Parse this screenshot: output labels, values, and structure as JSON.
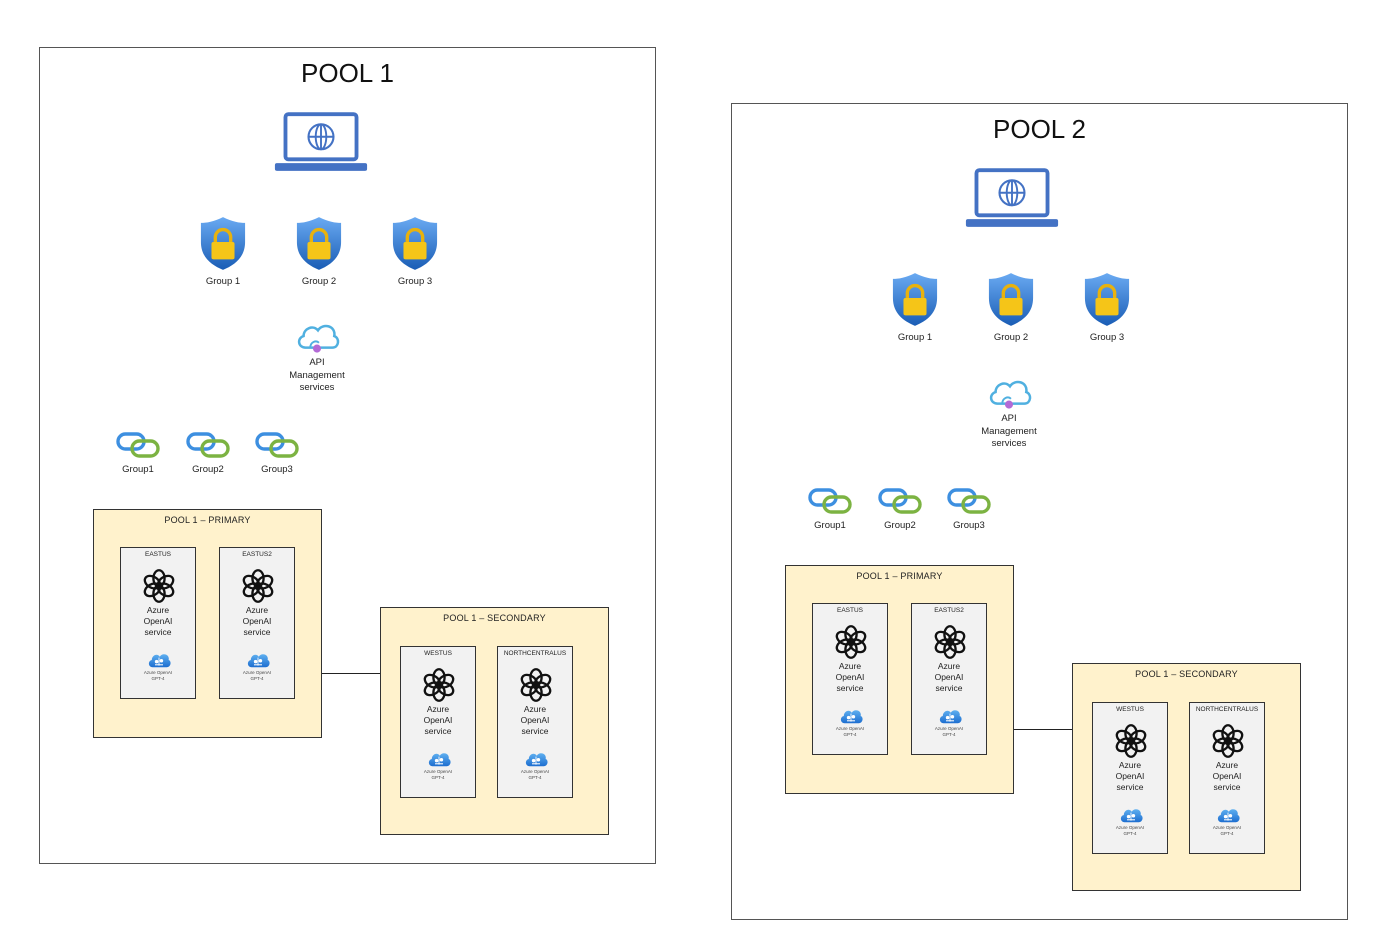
{
  "pools": [
    {
      "title": "POOL 1",
      "groups": [
        "Group 1",
        "Group 2",
        "Group 3"
      ],
      "apim": {
        "label": "API Management services",
        "lines": [
          "API",
          "Management",
          "services"
        ]
      },
      "links": [
        "Group1",
        "Group2",
        "Group3"
      ],
      "primary": {
        "title": "POOL 1 – PRIMARY",
        "regions": [
          {
            "name": "EASTUS",
            "service_lines": [
              "Azure",
              "OpenAI",
              "service"
            ],
            "model_lines": [
              "Azure OpenAI",
              "GPT-4"
            ]
          },
          {
            "name": "EASTUS2",
            "service_lines": [
              "Azure",
              "OpenAI",
              "service"
            ],
            "model_lines": [
              "Azure OpenAI",
              "GPT-4"
            ]
          }
        ]
      },
      "secondary": {
        "title": "POOL 1 – SECONDARY",
        "regions": [
          {
            "name": "WESTUS",
            "service_lines": [
              "Azure",
              "OpenAI",
              "service"
            ],
            "model_lines": [
              "Azure OpenAI",
              "GPT-4"
            ]
          },
          {
            "name": "NORTHCENTRALUS",
            "service_lines": [
              "Azure",
              "OpenAI",
              "service"
            ],
            "model_lines": [
              "Azure OpenAI",
              "GPT-4"
            ]
          }
        ]
      }
    },
    {
      "title": "POOL 2",
      "groups": [
        "Group 1",
        "Group 2",
        "Group 3"
      ],
      "apim": {
        "label": "API Management services",
        "lines": [
          "API",
          "Management",
          "services"
        ]
      },
      "links": [
        "Group1",
        "Group2",
        "Group3"
      ],
      "primary": {
        "title": "POOL 1 – PRIMARY",
        "regions": [
          {
            "name": "EASTUS",
            "service_lines": [
              "Azure",
              "OpenAI",
              "service"
            ],
            "model_lines": [
              "Azure OpenAI",
              "GPT-4"
            ]
          },
          {
            "name": "EASTUS2",
            "service_lines": [
              "Azure",
              "OpenAI",
              "service"
            ],
            "model_lines": [
              "Azure OpenAI",
              "GPT-4"
            ]
          }
        ]
      },
      "secondary": {
        "title": "POOL 1 – SECONDARY",
        "regions": [
          {
            "name": "WESTUS",
            "service_lines": [
              "Azure",
              "OpenAI",
              "service"
            ],
            "model_lines": [
              "Azure OpenAI",
              "GPT-4"
            ]
          },
          {
            "name": "NORTHCENTRALUS",
            "service_lines": [
              "Azure",
              "OpenAI",
              "service"
            ],
            "model_lines": [
              "Azure OpenAI",
              "GPT-4"
            ]
          }
        ]
      }
    }
  ],
  "colors": {
    "laptop": "#4472c4",
    "shield_top": "#5ea0ef",
    "shield_bottom": "#1b5fb8",
    "lock": "#f5c518",
    "link_blue": "#3d8fe0",
    "link_green": "#7cb342",
    "subgroup_fill": "#fff2cc",
    "region_fill": "#f2f2f2"
  },
  "icons": [
    "laptop-globe-icon",
    "shield-lock-icon",
    "api-management-cloud-icon",
    "chain-link-icon",
    "openai-logo-icon",
    "azure-openai-cloud-icon"
  ]
}
